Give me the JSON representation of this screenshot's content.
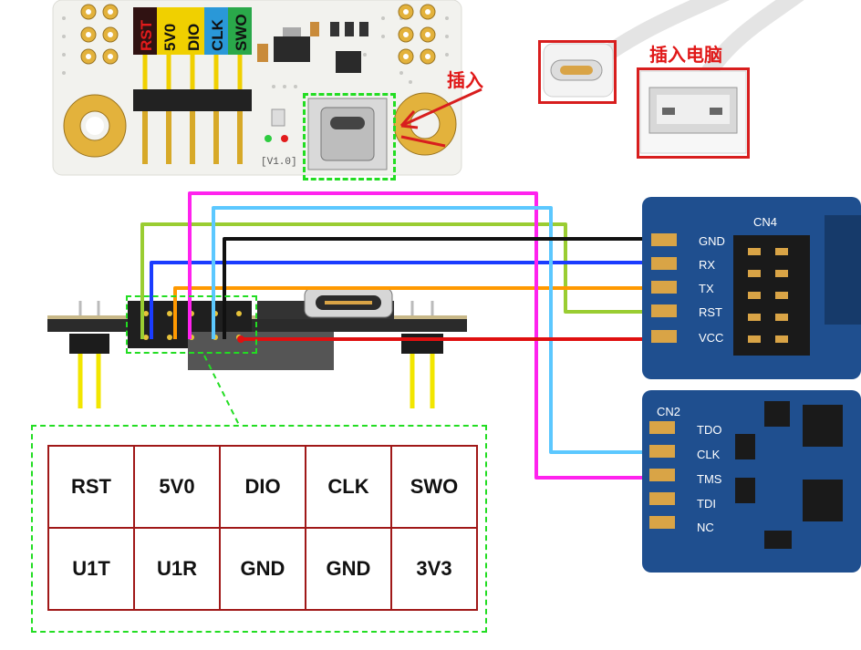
{
  "top_labels": {
    "plug_in": "插入",
    "plug_into_pc": "插入电脑"
  },
  "debugger_pins": [
    "RST",
    "5V0",
    "DIO",
    "CLK",
    "SWO"
  ],
  "version_mark": "[V1.0]",
  "pinout_table": {
    "rows": [
      [
        "RST",
        "5V0",
        "DIO",
        "CLK",
        "SWO"
      ],
      [
        "U1T",
        "U1R",
        "GND",
        "GND",
        "3V3"
      ]
    ]
  },
  "cn4": {
    "title": "CN4",
    "pins": [
      "GND",
      "RX",
      "TX",
      "RST",
      "VCC"
    ]
  },
  "cn2": {
    "title": "CN2",
    "pins": [
      "TDO",
      "CLK",
      "TMS",
      "TDI",
      "NC"
    ]
  },
  "colors": {
    "wire_green": "#9acd32",
    "wire_blue": "#1a3cff",
    "wire_orange": "#ff9900",
    "wire_magenta": "#ff22ee",
    "wire_cyan": "#5cc8ff",
    "wire_black": "#111111",
    "wire_red": "#e01010",
    "pcb_blue": "#1f4f8f",
    "annotation_red": "#d81e1e",
    "dash_green": "#22dd22"
  }
}
